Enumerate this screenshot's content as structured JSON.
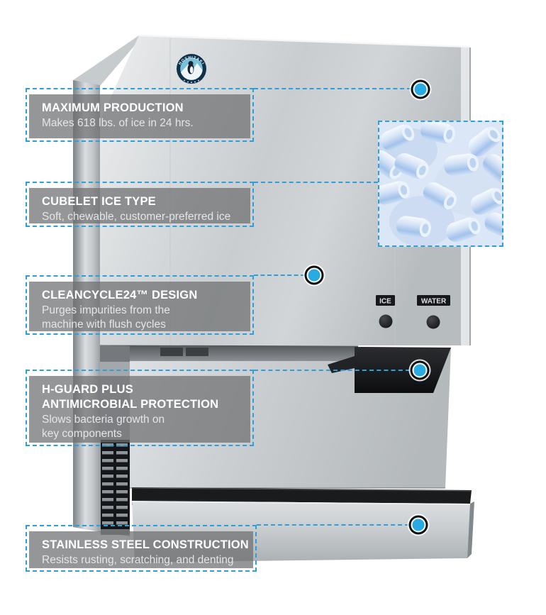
{
  "infographic": {
    "background": "#ffffff",
    "accent_blue": "#29abe2",
    "dashed_line_blue": "#2d9fd9",
    "callout_bg": "rgba(109,111,113,0.73)"
  },
  "logo": {
    "brand": "HOSHIZAKI"
  },
  "machine": {
    "controls": {
      "ice_label": "ICE",
      "water_label": "WATER"
    }
  },
  "callouts": [
    {
      "id": "maximum-production",
      "title": "MAXIMUM PRODUCTION",
      "description": "Makes 618 lbs. of ice in 24 hrs."
    },
    {
      "id": "cubelet-ice-type",
      "title": "CUBELET ICE TYPE",
      "description": "Soft, chewable, customer-preferred ice"
    },
    {
      "id": "cleancycle24-design",
      "title": "CLEANCYCLE24™ DESIGN",
      "description": "Purges impurities from the\nmachine with flush cycles"
    },
    {
      "id": "h-guard-plus",
      "title": "H-GUARD PLUS\nANTIMICROBIAL PROTECTION",
      "description": "Slows bacteria growth on\nkey components"
    },
    {
      "id": "stainless-steel-construction",
      "title": "STAINLESS STEEL CONSTRUCTION",
      "description": "Resists rusting, scratching, and denting"
    }
  ]
}
